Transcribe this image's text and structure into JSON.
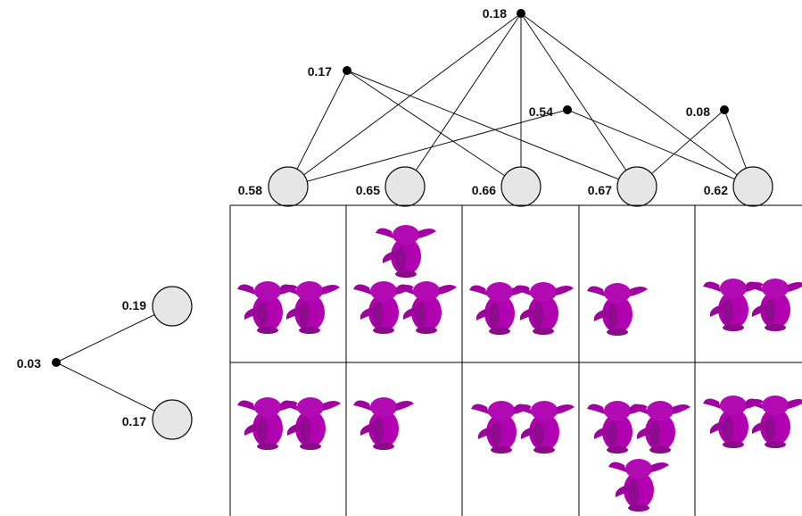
{
  "colors": {
    "figure": "#b000b0",
    "figure_shade": "#7a0a7a",
    "circle_fill": "#e6e6e6"
  },
  "top_tree": {
    "root_label": "0.18",
    "mid_nodes": [
      {
        "label": "0.17"
      },
      {
        "label": "0.54"
      },
      {
        "label": "0.08"
      }
    ],
    "column_circles": [
      {
        "label": "0.58"
      },
      {
        "label": "0.65"
      },
      {
        "label": "0.66"
      },
      {
        "label": "0.67"
      },
      {
        "label": "0.62"
      }
    ]
  },
  "left_tree": {
    "root_label": "0.03",
    "row_circles": [
      {
        "label": "0.19"
      },
      {
        "label": "0.17"
      }
    ]
  },
  "grid": {
    "rows": 2,
    "columns": 5,
    "cells": [
      [
        {
          "figures": 2
        },
        {
          "figures": 3
        },
        {
          "figures": 2
        },
        {
          "figures": 1
        },
        {
          "figures": 2
        }
      ],
      [
        {
          "figures": 2
        },
        {
          "figures": 1
        },
        {
          "figures": 2
        },
        {
          "figures": 3
        },
        {
          "figures": 2
        }
      ]
    ]
  }
}
